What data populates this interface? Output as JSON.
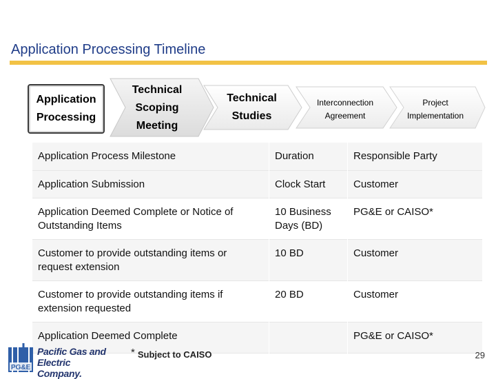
{
  "title": "Application Processing Timeline",
  "steps": [
    {
      "line1": "Application",
      "line2": "Processing",
      "line3": ""
    },
    {
      "line1": "Technical",
      "line2": "Scoping",
      "line3": "Meeting"
    },
    {
      "line1": "Technical",
      "line2": "Studies",
      "line3": ""
    },
    {
      "line1": "Interconnection",
      "line2": "Agreement",
      "line3": ""
    },
    {
      "line1": "Project",
      "line2": "Implementation",
      "line3": ""
    }
  ],
  "table": {
    "headers": [
      "Application Process Milestone",
      "Duration",
      "Responsible Party"
    ],
    "rows": [
      [
        "Application Submission",
        "Clock Start",
        "Customer"
      ],
      [
        "Application Deemed Complete or Notice of Outstanding Items",
        "10 Business Days (BD)",
        "PG&E or CAISO*"
      ],
      [
        "Customer to provide outstanding items or request extension",
        "10 BD",
        "Customer"
      ],
      [
        "Customer to provide outstanding items if extension requested",
        "20 BD",
        "Customer"
      ],
      [
        "Application Deemed Complete",
        "",
        "PG&E or CAISO*"
      ]
    ]
  },
  "footnote": {
    "star": "*",
    "text": "Subject to CAISO"
  },
  "page_number": "29",
  "logo": {
    "line1": "Pacific Gas and",
    "line2": "Electric Company."
  },
  "colors": {
    "title": "#1f3c88",
    "rule": "#f2c245",
    "logo": "#23356e"
  }
}
